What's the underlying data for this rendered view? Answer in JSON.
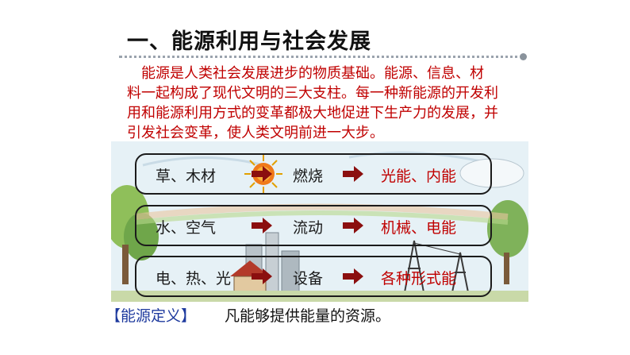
{
  "title": "一、能源利用与社会发展",
  "paragraph": {
    "line1": "能源是人类社会发展进步的物质基础。能源、信息、材",
    "line2": "料一起构成了现代文明的三大支柱。每一种新能源的开发利",
    "line3": "用和能源利用方式的变革都极大地促进下生产力的发展，并",
    "line4": "引发社会变革，使人类文明前进一大步。"
  },
  "rows": [
    {
      "source": "草、木材",
      "process": "燃烧",
      "result": "光能、内能"
    },
    {
      "source": "水、空气",
      "process": "流动",
      "result": "机械、电能"
    },
    {
      "source": "电、热、光",
      "process": "设备",
      "result": "各种形式能"
    }
  ],
  "definition": {
    "label": "【能源定义】",
    "text": "凡能够提供能量的资源。"
  },
  "colors": {
    "accent_red": "#c00000",
    "arrow": "#8b0f0f",
    "definition_label": "#1e3a9e",
    "divider": "#9aa3ad"
  },
  "icons": [
    "sun-icon",
    "arrow-right-icon"
  ]
}
